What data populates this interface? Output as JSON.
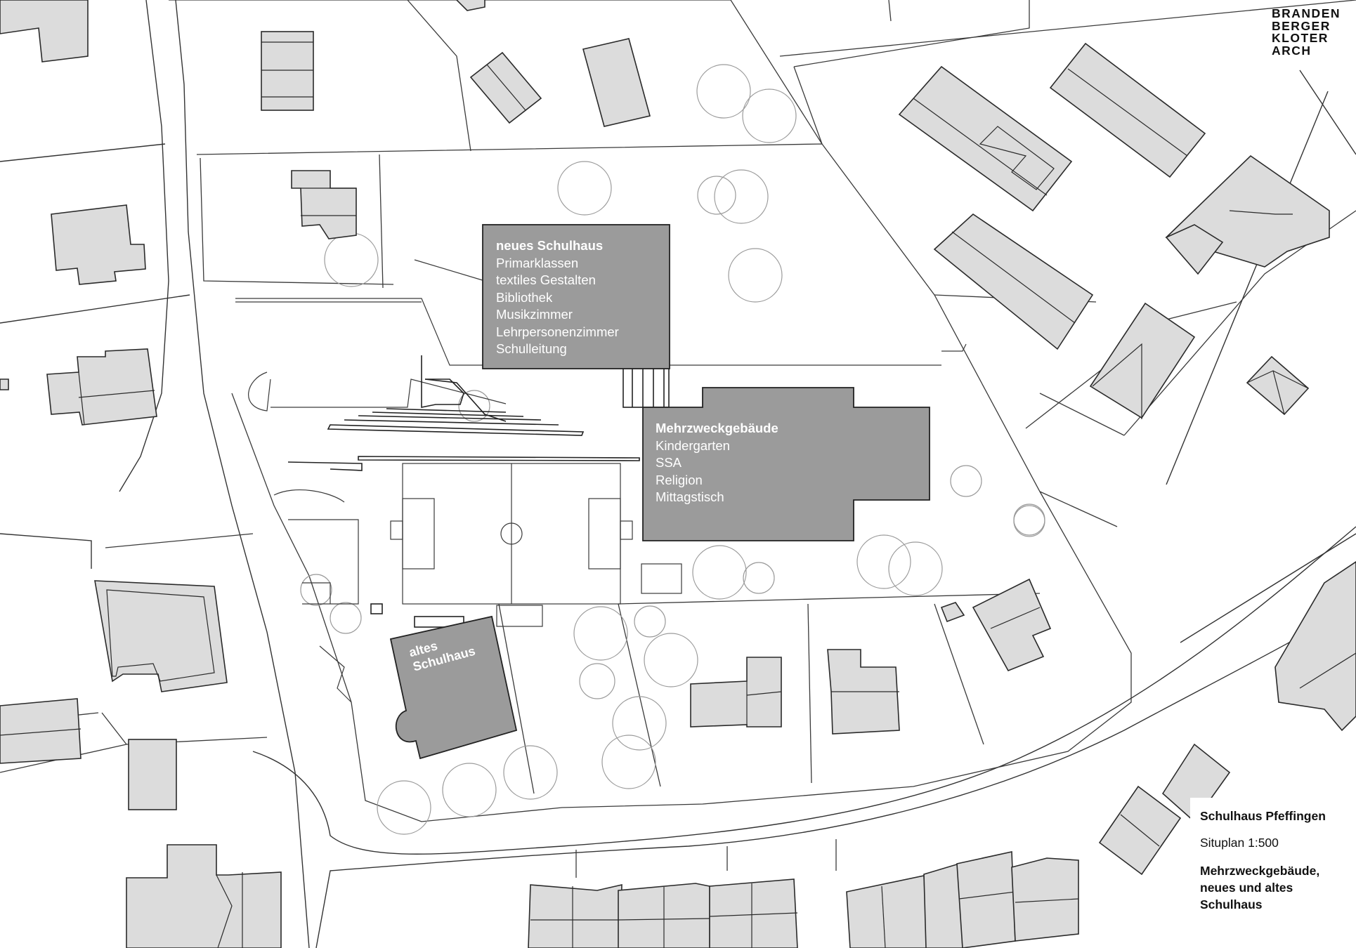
{
  "logo": {
    "lines": [
      "BRANDEN",
      "BERGER",
      "KLOTER",
      "ARCH"
    ]
  },
  "buildings": {
    "neues_schulhaus": {
      "title": "neues Schulhaus",
      "uses": [
        "Primarklassen",
        "textiles Gestalten",
        "Bibliothek",
        "Musikzimmer",
        "Lehrpersonenzimmer",
        "Schulleitung"
      ]
    },
    "mehrzweckgebaeude": {
      "title": "Mehrzweckgebäude",
      "uses": [
        "Kindergarten",
        "SSA",
        "Religion",
        "Mittagstisch"
      ]
    },
    "altes_schulhaus": {
      "title_line1": "altes",
      "title_line2": "Schulhaus"
    }
  },
  "legend": {
    "project": "Schulhaus Pfeffingen",
    "scale": "Situplan 1:500",
    "description": "Mehrzweckgebäude, neues und altes Schulhaus"
  },
  "colors": {
    "highlight_building": "#9b9b9b",
    "neighbor_building": "#dcdcdc",
    "lines": "#333333",
    "trees": "#9a9a9a"
  }
}
